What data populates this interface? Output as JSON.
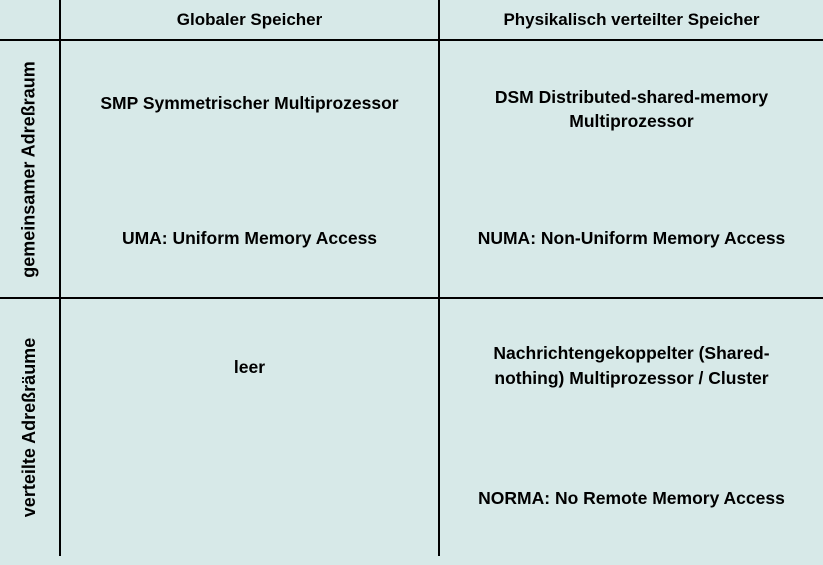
{
  "colors": {
    "background": "#d7e9e8",
    "line": "#000000",
    "text": "#000000"
  },
  "table": {
    "column_headers": [
      "Globaler Speicher",
      "Physikalisch verteilter Speicher"
    ],
    "row_headers": [
      "gemeinsamer Adreßraum",
      "verteilte Adreßräume"
    ],
    "cells": {
      "shared_global": {
        "title": "SMP Symmetrischer Multiprozessor",
        "subtitle": "UMA: Uniform Memory Access"
      },
      "shared_distributed": {
        "title": "DSM Distributed-shared-memory\nMultiprozessor",
        "subtitle": "NUMA: Non-Uniform Memory Access"
      },
      "distributed_global": {
        "title": "leer"
      },
      "distributed_distributed": {
        "title": "Nachrichtengekoppelter (Shared-\nnothing) Multiprozessor / Cluster",
        "subtitle": "NORMA: No Remote Memory Access"
      }
    }
  }
}
